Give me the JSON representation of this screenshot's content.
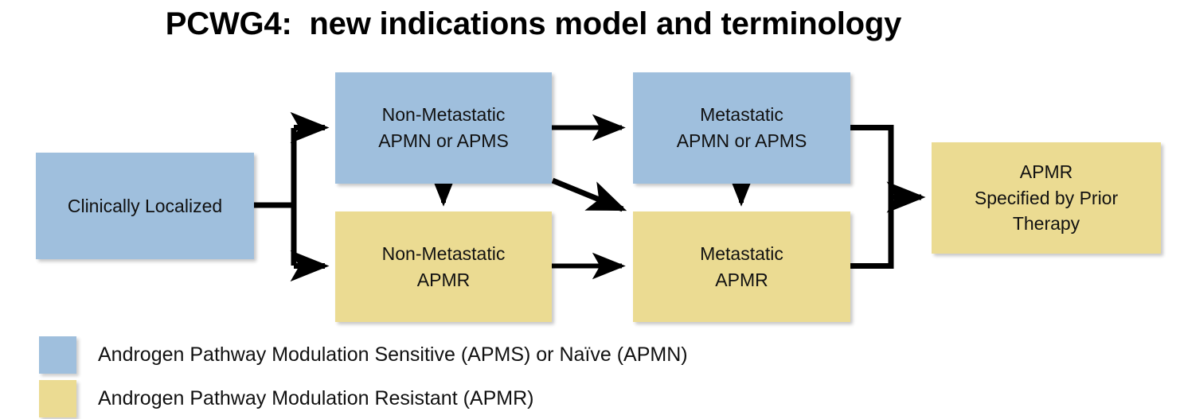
{
  "slide": {
    "title": "PCWG4:  new indications model and terminology",
    "background_color": "#FFFFFF"
  },
  "colors": {
    "sensitive_blue": "#9FBFDD",
    "resistant_yellow": "#EBDB92",
    "connector_black": "#000000",
    "text_black": "#111111"
  },
  "diagram": {
    "type": "flowchart",
    "nodes": [
      {
        "id": "clinically-localized",
        "category": "APMS/APMN",
        "color": "#9FBFDD",
        "lines": [
          "Clinically Localized"
        ]
      },
      {
        "id": "nonmetastatic-apmn-apms",
        "category": "APMS/APMN",
        "color": "#9FBFDD",
        "lines": [
          "Non-Metastatic",
          "APMN or APMS"
        ]
      },
      {
        "id": "metastatic-apmn-apms",
        "category": "APMS/APMN",
        "color": "#9FBFDD",
        "lines": [
          "Metastatic",
          "APMN or APMS"
        ]
      },
      {
        "id": "nonmetastatic-apmr",
        "category": "APMR",
        "color": "#EBDB92",
        "lines": [
          "Non-Metastatic",
          "APMR"
        ]
      },
      {
        "id": "metastatic-apmr",
        "category": "APMR",
        "color": "#EBDB92",
        "lines": [
          "Metastatic",
          "APMR"
        ]
      },
      {
        "id": "apmr-specified-by-prior-therapy",
        "category": "APMR",
        "color": "#EBDB92",
        "lines": [
          "APMR",
          "Specified by Prior",
          "Therapy"
        ]
      }
    ],
    "edges": [
      {
        "from": "clinically-localized",
        "to": "nonmetastatic-apmn-apms",
        "style": "elbow-arrow"
      },
      {
        "from": "clinically-localized",
        "to": "nonmetastatic-apmr",
        "style": "elbow-arrow"
      },
      {
        "from": "nonmetastatic-apmn-apms",
        "to": "metastatic-apmn-apms",
        "style": "straight-arrow"
      },
      {
        "from": "nonmetastatic-apmn-apms",
        "to": "nonmetastatic-apmr",
        "style": "straight-arrow"
      },
      {
        "from": "nonmetastatic-apmn-apms",
        "to": "metastatic-apmr",
        "style": "diagonal-arrow"
      },
      {
        "from": "metastatic-apmn-apms",
        "to": "metastatic-apmr",
        "style": "straight-arrow"
      },
      {
        "from": "nonmetastatic-apmr",
        "to": "metastatic-apmr",
        "style": "straight-arrow"
      },
      {
        "from": "metastatic-apmn-apms",
        "to": "apmr-specified-by-prior-therapy",
        "style": "elbow-arrow"
      },
      {
        "from": "metastatic-apmr",
        "to": "apmr-specified-by-prior-therapy",
        "style": "elbow-arrow"
      }
    ]
  },
  "legend": {
    "items": [
      {
        "id": "legend-sensitive-naive",
        "color": "#9FBFDD",
        "label": "Androgen Pathway Modulation Sensitive (APMS) or Naïve (APMN)"
      },
      {
        "id": "legend-resistant",
        "color": "#EBDB92",
        "label": "Androgen Pathway Modulation Resistant (APMR)"
      }
    ]
  }
}
